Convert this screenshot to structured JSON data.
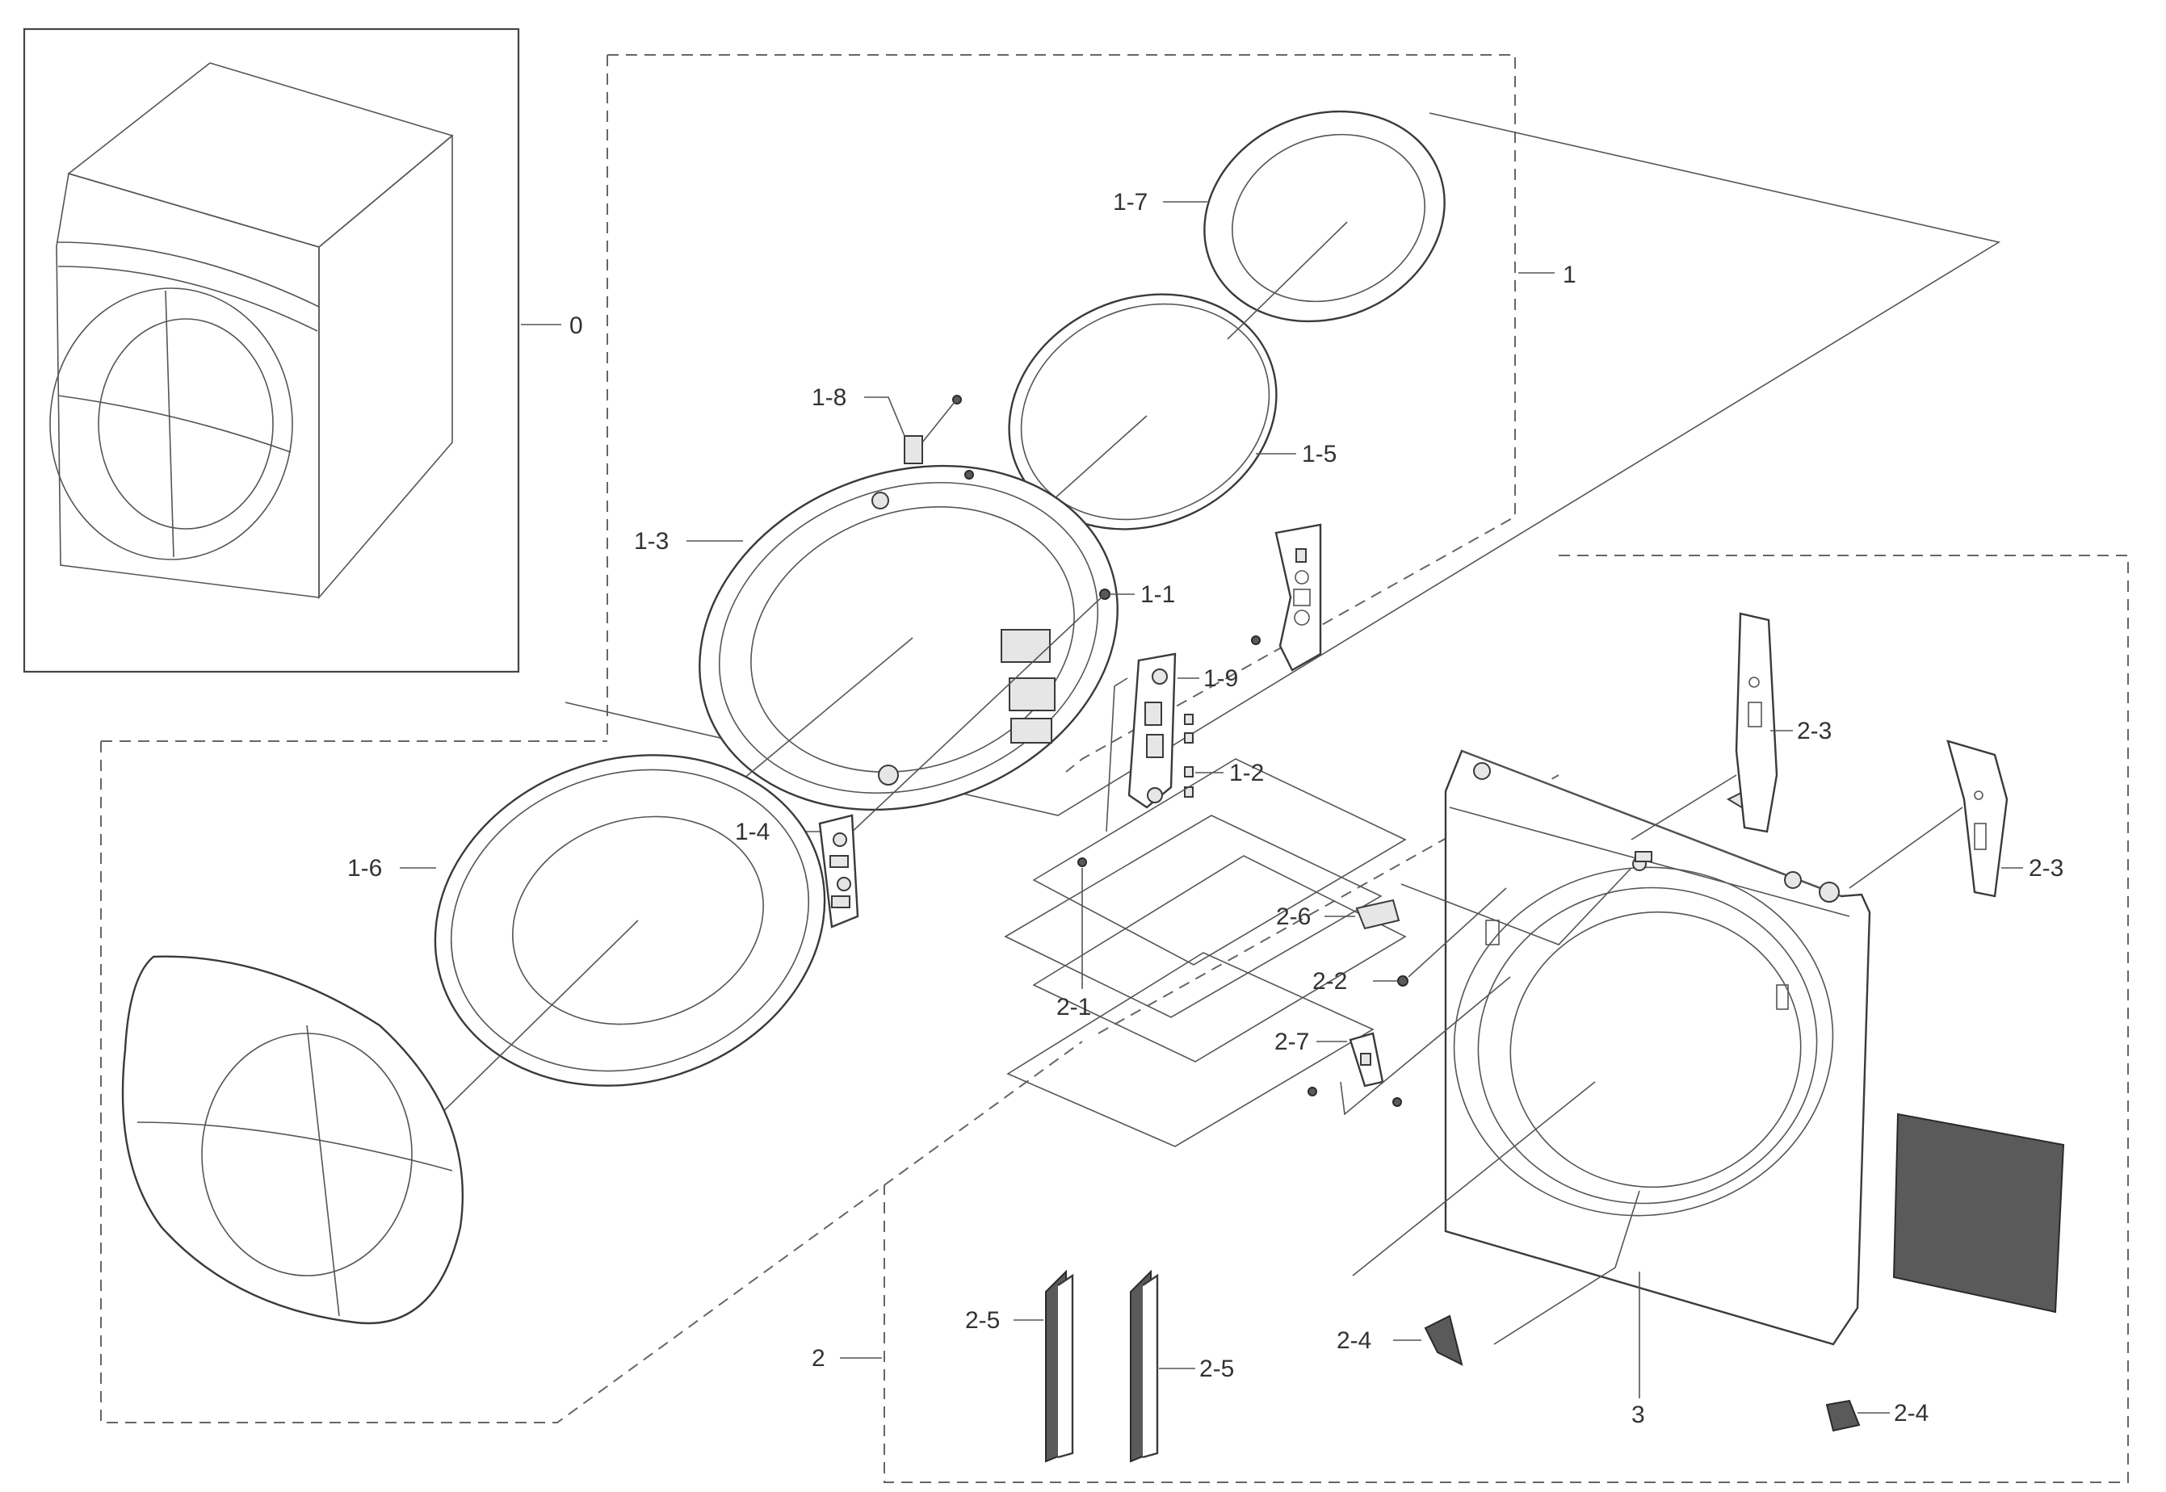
{
  "labels": [
    {
      "id": "0",
      "text": "0"
    },
    {
      "id": "1",
      "text": "1"
    },
    {
      "id": "1-1",
      "text": "1-1"
    },
    {
      "id": "1-2",
      "text": "1-2"
    },
    {
      "id": "1-3",
      "text": "1-3"
    },
    {
      "id": "1-4",
      "text": "1-4"
    },
    {
      "id": "1-5",
      "text": "1-5"
    },
    {
      "id": "1-6",
      "text": "1-6"
    },
    {
      "id": "1-7",
      "text": "1-7"
    },
    {
      "id": "1-8",
      "text": "1-8"
    },
    {
      "id": "1-9",
      "text": "1-9"
    },
    {
      "id": "2",
      "text": "2"
    },
    {
      "id": "2-1",
      "text": "2-1"
    },
    {
      "id": "2-2",
      "text": "2-2"
    },
    {
      "id": "2-3a",
      "text": "2-3"
    },
    {
      "id": "2-3b",
      "text": "2-3"
    },
    {
      "id": "2-4a",
      "text": "2-4"
    },
    {
      "id": "2-4b",
      "text": "2-4"
    },
    {
      "id": "2-5a",
      "text": "2-5"
    },
    {
      "id": "2-5b",
      "text": "2-5"
    },
    {
      "id": "2-6",
      "text": "2-6"
    },
    {
      "id": "2-7",
      "text": "2-7"
    },
    {
      "id": "3",
      "text": "3"
    }
  ]
}
